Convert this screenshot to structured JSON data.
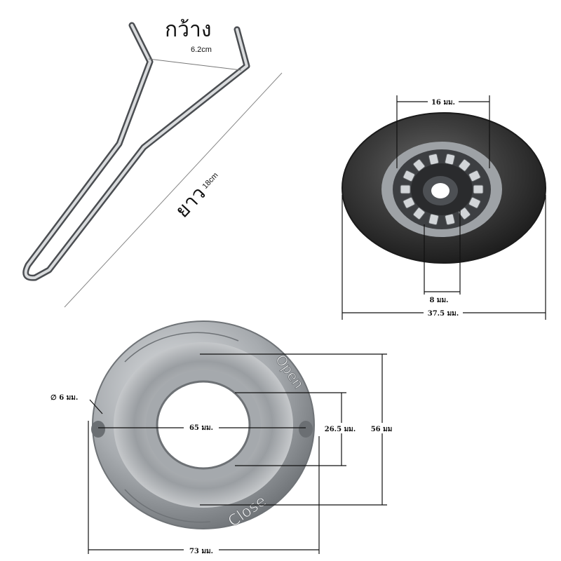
{
  "hook": {
    "width_label": "กว้าง",
    "width_value": "6.2cm",
    "length_label": "ยาว",
    "length_value": "18cm"
  },
  "drive": {
    "inner_label": "16 มม.",
    "hole_label": "8 มม.",
    "outer_label": "37.5 มม."
  },
  "flange": {
    "hole_diameter_label": "∅ 6 มม.",
    "center_label": "65 มม.",
    "inner_label": "26.5 มม.",
    "height_label": "56 มม",
    "width_label": "73 มม.",
    "engrave_open": "Open",
    "engrave_close": "Close"
  },
  "colors": {
    "steel": "#b9bcbf",
    "steel_dark": "#55585c",
    "rubber": "#3a3a3a",
    "line": "#111111"
  }
}
